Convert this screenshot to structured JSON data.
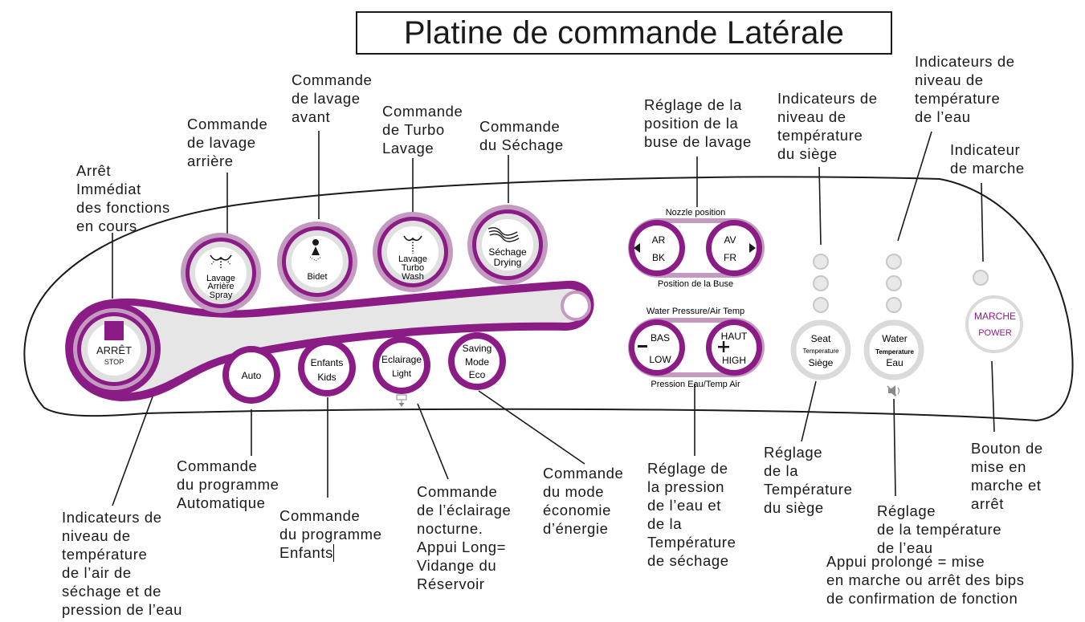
{
  "title": "Platine de commande Latérale",
  "colors": {
    "accent_purple": "#8b1c86",
    "light_purple": "#c39ac0",
    "light_gray": "#e2e2e2",
    "ring_gray": "#d6d6d6",
    "outline": "#1a1a1a",
    "power_text": "#8b1c86"
  },
  "panel": {
    "buttons": {
      "stop": {
        "label_fr": "ARRÊT",
        "label_en": "STOP",
        "icon": "stop-square-icon"
      },
      "rear_wash": {
        "line1": "Lavage",
        "line2": "Arrière",
        "line3": "Spray",
        "icon": "rear-wash-spray-icon"
      },
      "bidet": {
        "label": "Bidet",
        "icon": "bidet-person-icon"
      },
      "turbo_wash": {
        "line1": "Lavage",
        "line2": "Turbo",
        "line3": "Wash",
        "icon": "turbo-wash-icon"
      },
      "drying": {
        "line1": "Séchage",
        "line2": "Drying",
        "icon": "air-flow-icon"
      },
      "auto": {
        "label": "Auto"
      },
      "kids": {
        "line1": "Enfants",
        "line2": "Kids"
      },
      "light": {
        "line1": "Eclairage",
        "line2": "Light",
        "icon": "drain-tank-icon"
      },
      "eco": {
        "line1": "Saving",
        "line2": "Mode",
        "line3": "Eco"
      },
      "nozzle_back": {
        "line1": "AR",
        "line2": "BK",
        "icon": "arrow-left-icon"
      },
      "nozzle_front": {
        "line1": "AV",
        "line2": "FR",
        "icon": "arrow-right-icon"
      },
      "pressure_low": {
        "line1": "BAS",
        "line2": "LOW",
        "icon": "minus-icon"
      },
      "pressure_high": {
        "line1": "HAUT",
        "line2": "HIGH",
        "icon": "plus-icon"
      },
      "seat_temp": {
        "line1": "Seat",
        "line2": "Temperature",
        "line3": "Siège"
      },
      "water_temp": {
        "line1": "Water",
        "line2": "Temperature",
        "line3": "Eau",
        "icon": "speaker-mute-icon"
      },
      "power": {
        "line1": "MARCHE",
        "line2": "POWER"
      }
    },
    "nozzle_group": {
      "top_label": "Nozzle position",
      "bottom_label": "Position de la Buse"
    },
    "pressure_group": {
      "top_label": "Water Pressure/Air Temp",
      "bottom_label": "Pression Eau/Temp Air"
    },
    "indicators": {
      "seat_levels": 3,
      "water_levels": 3,
      "power_led": 1
    }
  },
  "annotations": {
    "stop": "Arrêt\nImmédiat\ndes fonctions\nen cours",
    "rear_wash": "Commande\nde lavage\narrière",
    "front_wash": "Commande\nde lavage\navant",
    "turbo": "Commande\nde Turbo\nLavage",
    "drying": "Commande\ndu Séchage",
    "nozzle": "Réglage de la\nposition de la\nbuse de lavage",
    "seat_indicators": "Indicateurs de\nniveau de\ntempérature\ndu siège",
    "water_indicators": "Indicateurs de\nniveau de\ntempérature\nde l’eau",
    "power_indicator": "Indicateur\nde marche",
    "auto": "Commande\ndu programme\nAutomatique",
    "kids": "Commande\ndu programme\nEnfants",
    "air_indicators": "Indicateurs de\nniveau de\ntempérature\nde l’air de\nséchage et de\npression de l’eau",
    "light": "Commande\nde l’éclairage\nnocturne.\nAppui Long=\nVidange du\nRéservoir",
    "eco": "Commande\ndu mode\néconomie\nd’énergie",
    "pressure": "Réglage de\nla pression\nde l’eau et\nde la\nTempérature\nde séchage",
    "seat_temp": "Réglage\nde la\nTempérature\ndu siège",
    "water_temp": "Réglage\nde la température\nde l’eau",
    "beep": "Appui prolongé = mise\nen marche ou arrêt des bips\nde confirmation de fonction",
    "power_button": "Bouton de\nmise en\nmarche et\narrêt"
  }
}
